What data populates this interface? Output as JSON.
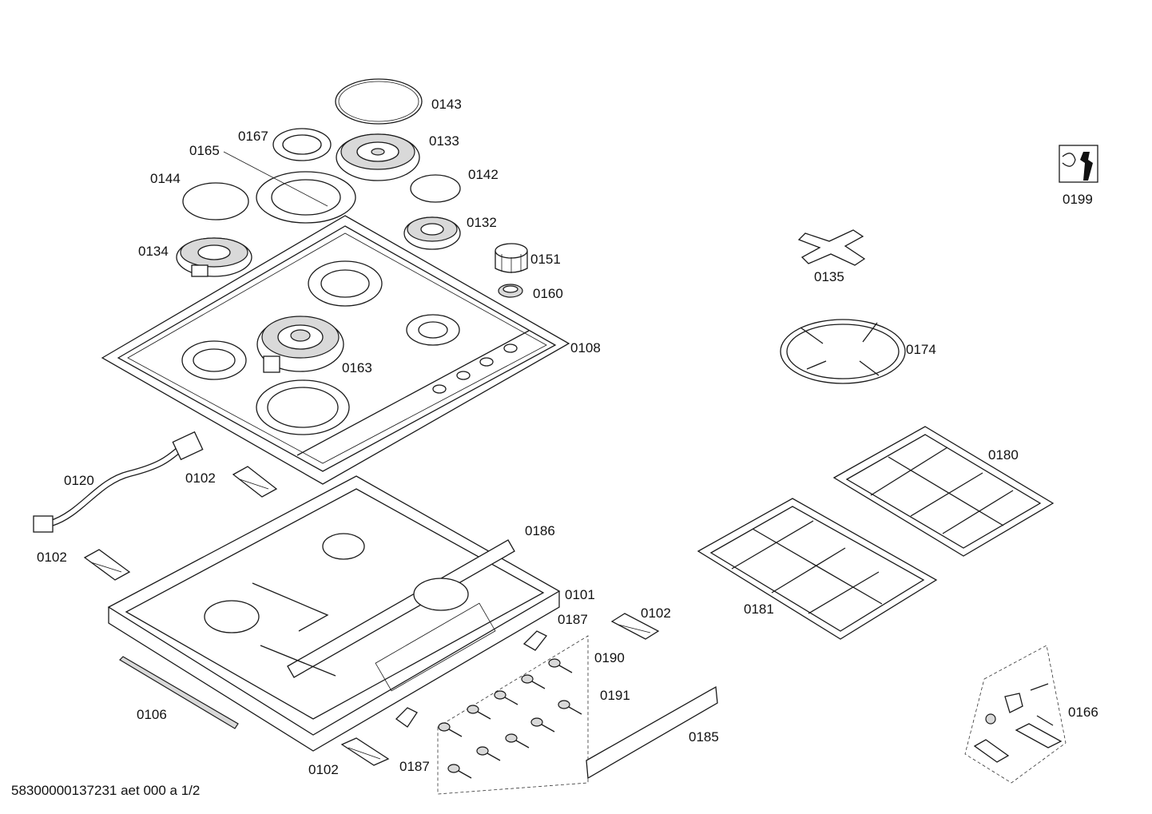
{
  "diagram": {
    "footer": "58300000137231 aet 000 a 1/2",
    "parts": {
      "p0143": "0143",
      "p0167": "0167",
      "p0133": "0133",
      "p0165": "0165",
      "p0144": "0144",
      "p0142": "0142",
      "p0132": "0132",
      "p0134": "0134",
      "p0151": "0151",
      "p0160": "0160",
      "p0108": "0108",
      "p0163": "0163",
      "p0120": "0120",
      "p0102a": "0102",
      "p0102b": "0102",
      "p0186": "0186",
      "p0101": "0101",
      "p0187a": "0187",
      "p0102c": "0102",
      "p0190": "0190",
      "p0191": "0191",
      "p0106": "0106",
      "p0102d": "0102",
      "p0187b": "0187",
      "p0185": "0185",
      "p0199": "0199",
      "p0135": "0135",
      "p0174": "0174",
      "p0180": "0180",
      "p0181": "0181",
      "p0166": "0166"
    },
    "icons": [
      "wrench-icon"
    ]
  }
}
